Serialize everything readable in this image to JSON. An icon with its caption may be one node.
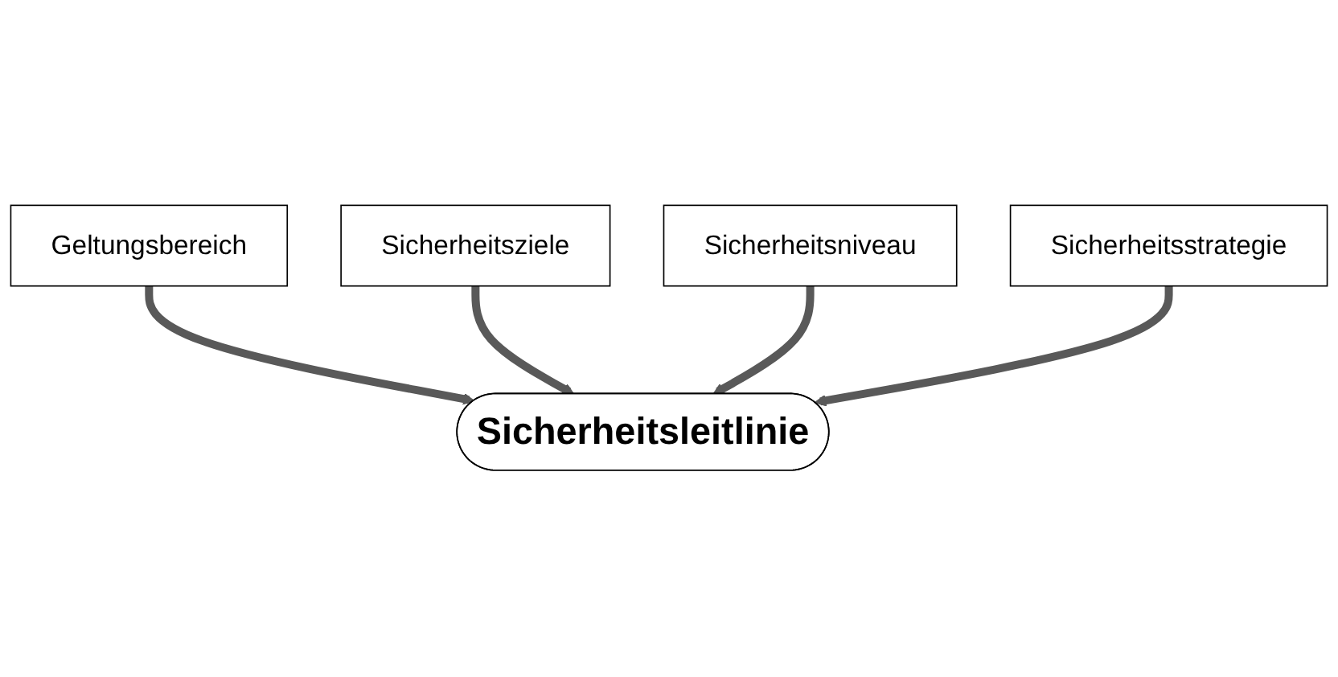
{
  "diagram": {
    "nodes": [
      {
        "text": [
          "Geltungsbereich"
        ]
      },
      {
        "text": [
          "Sicherheitsziele"
        ]
      },
      {
        "text": [
          "Sicherheitsleitlinie"
        ]
      },
      {
        "text": [
          "Sicherheitsniveau"
        ]
      },
      {
        "text": [
          "Sicherheitsstrategie"
        ]
      }
    ],
    "edges": [
      {
        "from": 0,
        "to": 2,
        "arrow": "to"
      },
      {
        "from": 1,
        "to": 2,
        "arrow": "to"
      },
      {
        "from": 3,
        "to": 2,
        "arrow": "to"
      },
      {
        "from": 4,
        "to": 2,
        "arrow": "to"
      }
    ]
  }
}
